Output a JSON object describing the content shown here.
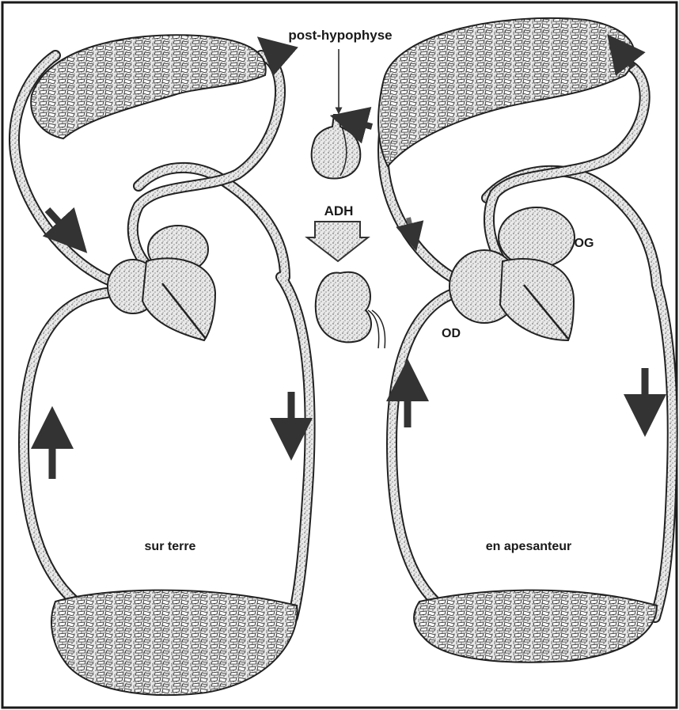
{
  "labels": {
    "post_hypophyse": "post-hypophyse",
    "adh": "ADH",
    "og": "OG",
    "od": "OD",
    "sur_terre": "sur terre",
    "en_apesanteur": "en apesanteur"
  },
  "colors": {
    "paper": "#ffffff",
    "ink": "#1a1a1a",
    "vessel_fill": "#e6e6e6",
    "arrow": "#333333"
  }
}
